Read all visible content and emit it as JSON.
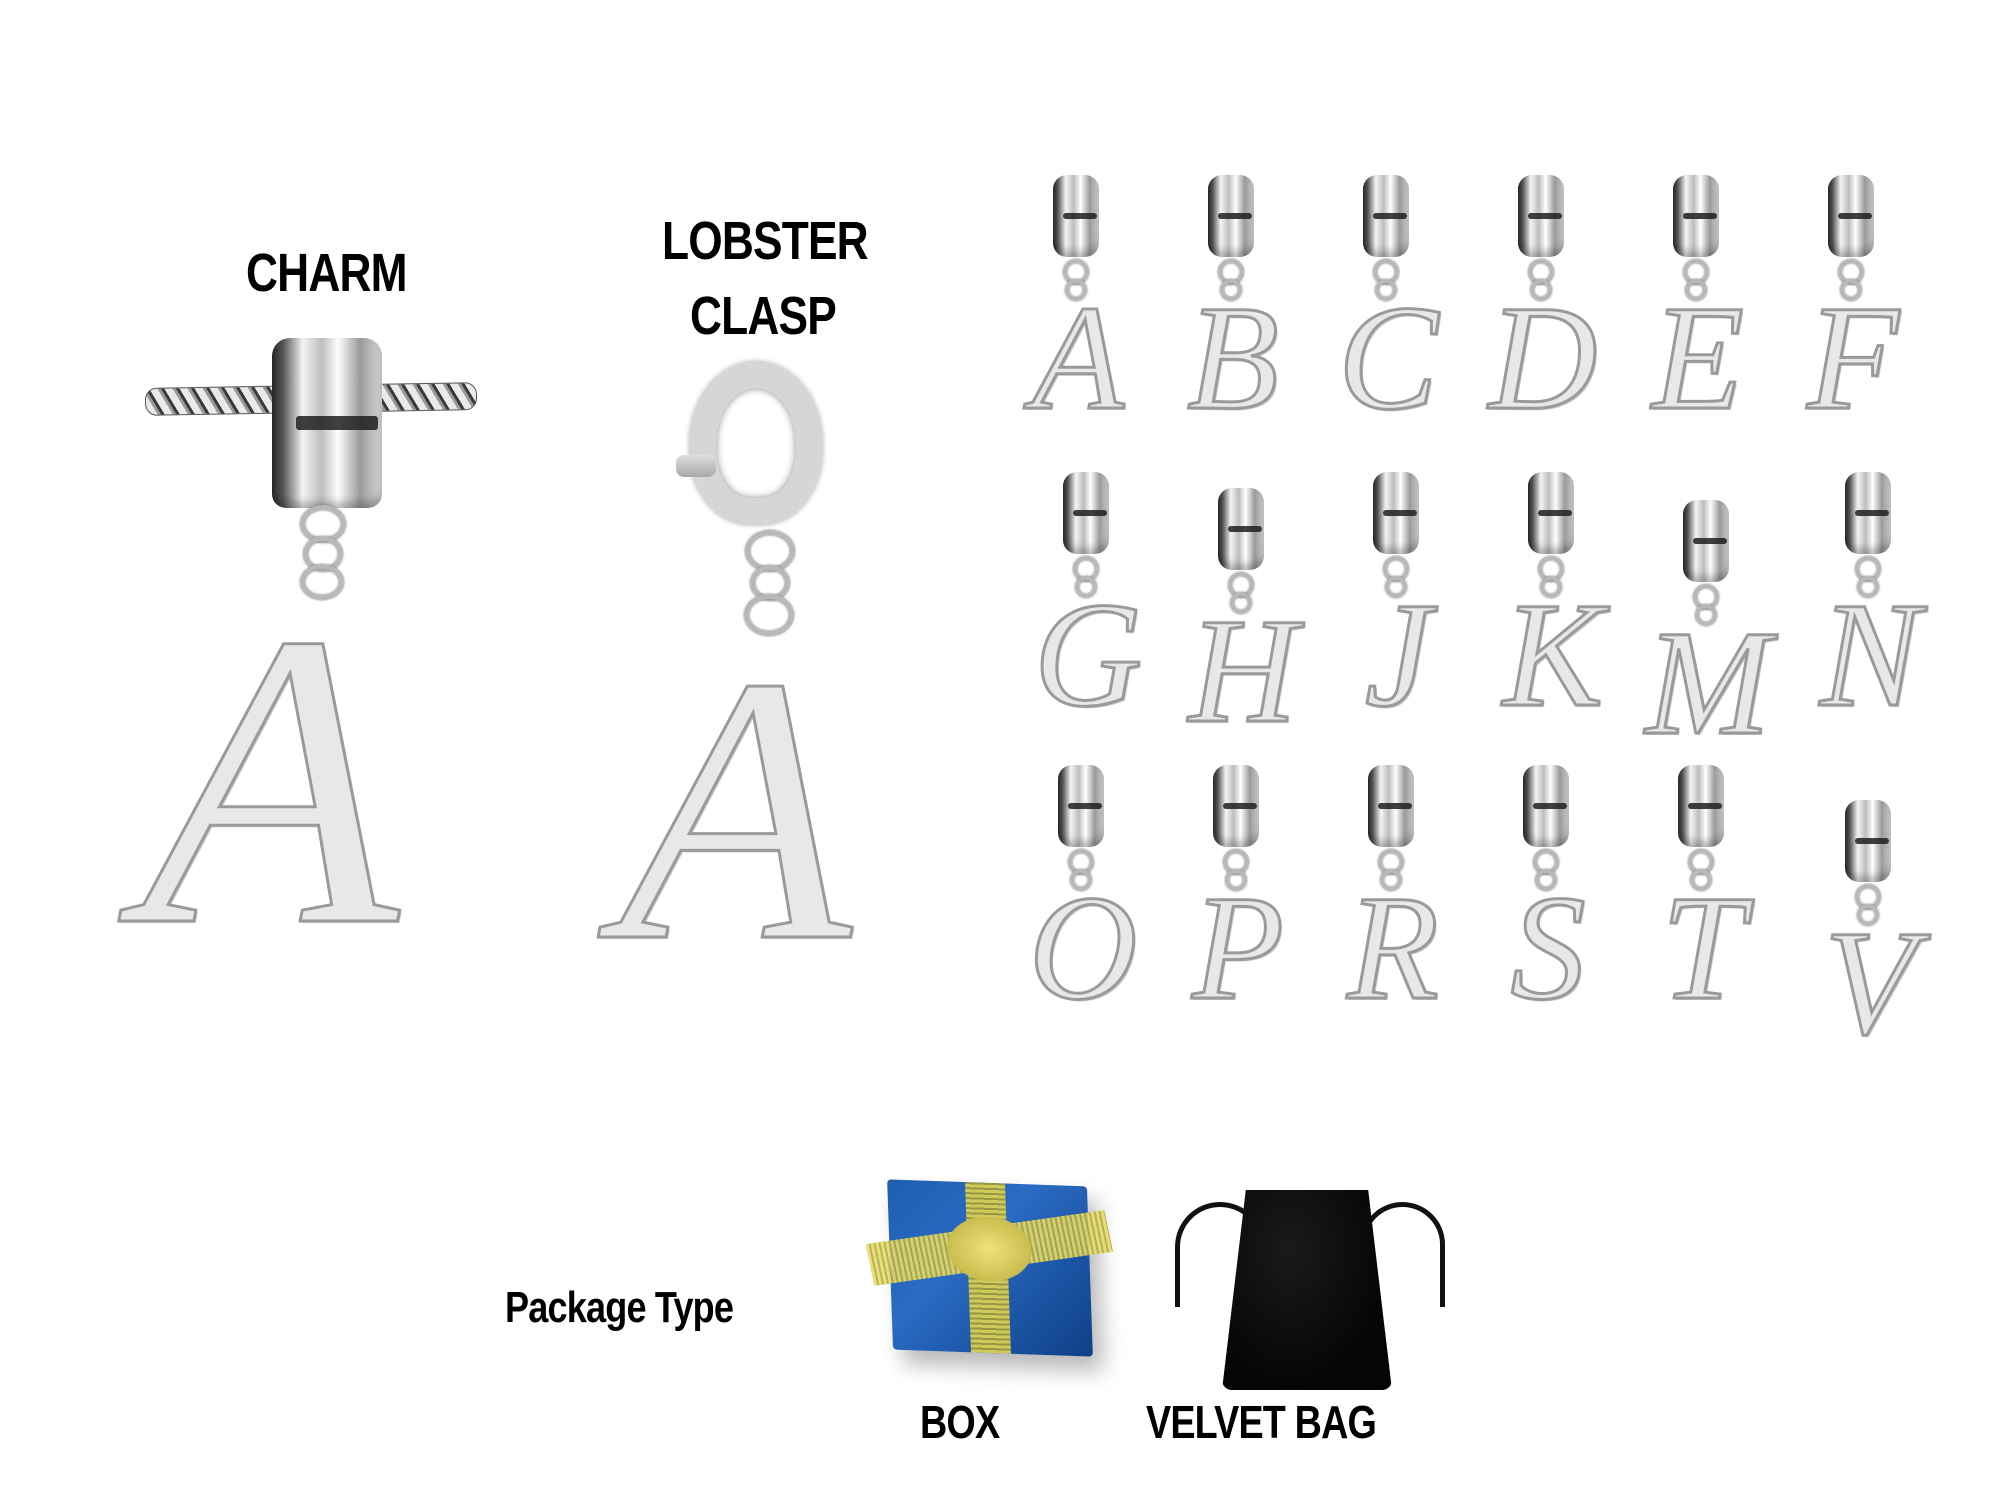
{
  "options": {
    "charm": {
      "label": "CHARM",
      "letter": "A"
    },
    "lobster_clasp": {
      "label_line1": "LOBSTER",
      "label_line2": "CLASP",
      "letter": "A"
    }
  },
  "letters": {
    "row1": [
      "A",
      "B",
      "C",
      "D",
      "E",
      "F"
    ],
    "row2": [
      "G",
      "H",
      "J",
      "K",
      "M",
      "N"
    ],
    "row3": [
      "O",
      "P",
      "R",
      "S",
      "T",
      "V"
    ]
  },
  "package": {
    "title": "Package Type",
    "box": {
      "label": "BOX",
      "color": "#1f5fb0",
      "ribbon_color": "#d9cf57"
    },
    "velvet_bag": {
      "label": "VELVET BAG",
      "color": "#050505"
    }
  },
  "colors": {
    "background": "#ffffff",
    "text": "#000000",
    "silver": "#d6d6d6"
  }
}
